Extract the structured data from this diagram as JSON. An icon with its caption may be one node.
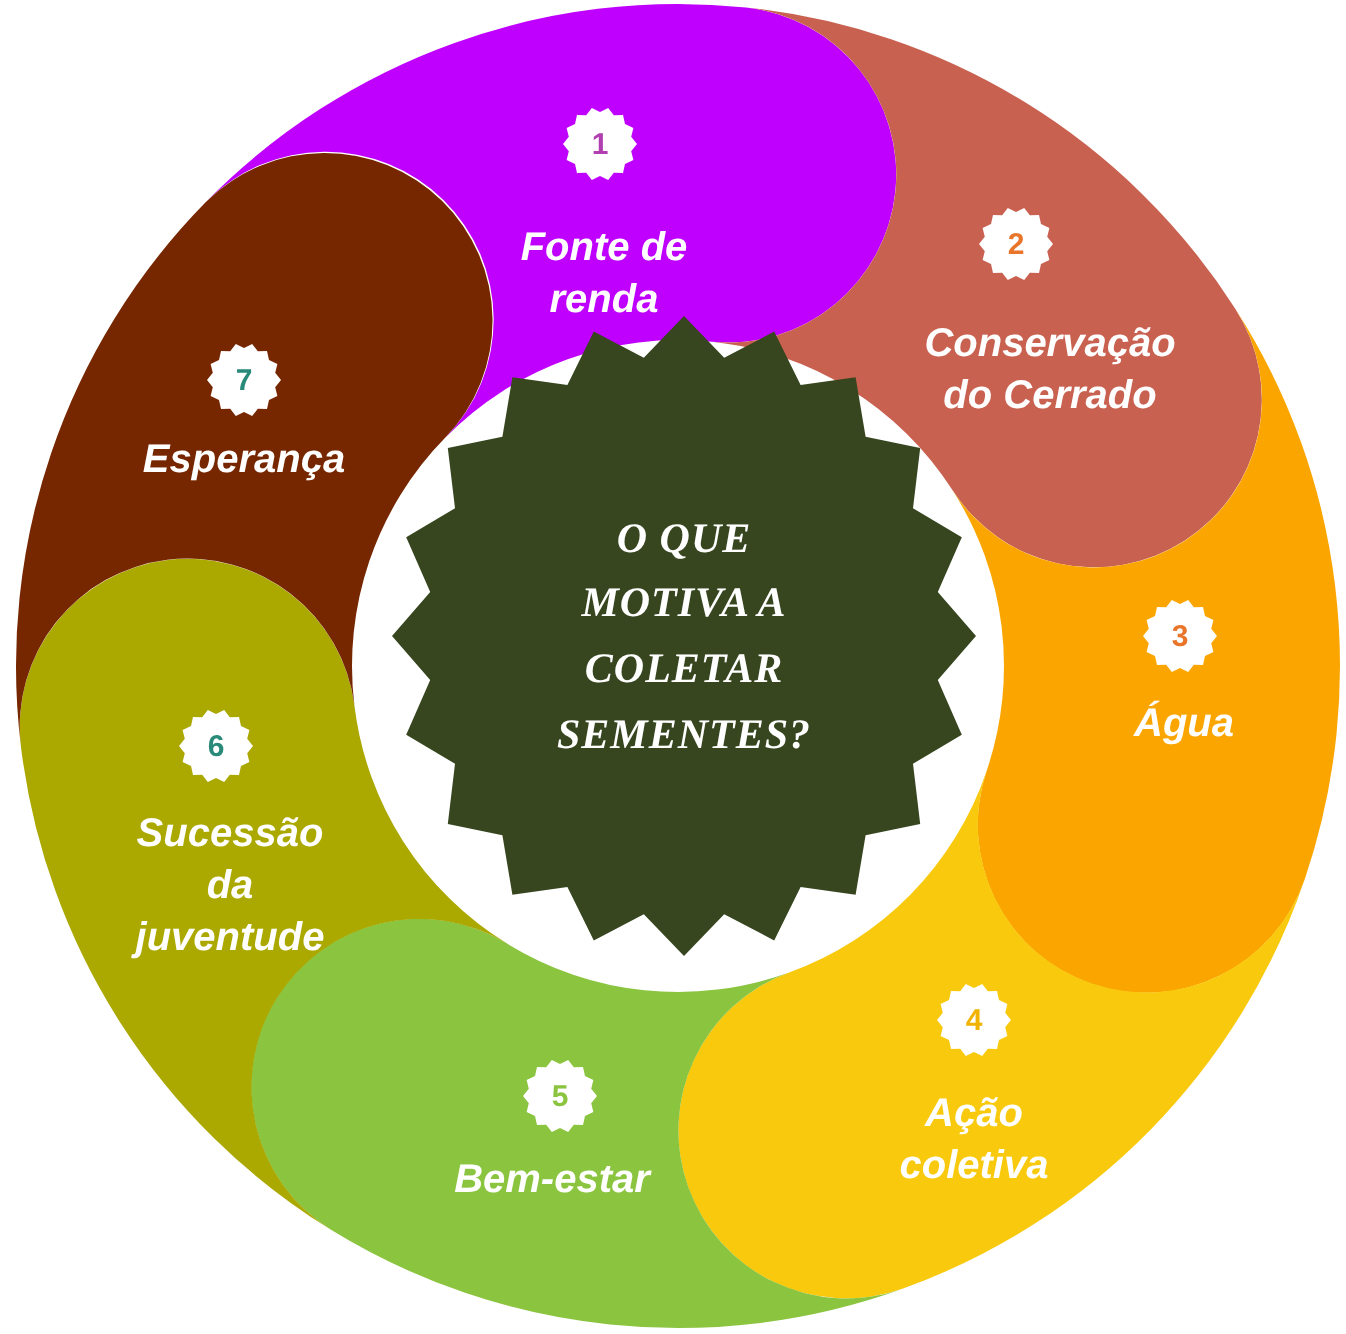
{
  "diagram": {
    "nodes": [
      {
        "text": [
          "O QUE MOTIVA A COLETAR SEMENTES?"
        ]
      },
      {
        "text": [
          "Fonte de renda"
        ]
      },
      {
        "text": [
          "1"
        ],
        "in": 1
      },
      {
        "text": [
          "Conservação do Cerrado"
        ]
      },
      {
        "text": [
          "2"
        ],
        "in": 3
      },
      {
        "text": [
          "Água"
        ]
      },
      {
        "text": [
          "3"
        ],
        "in": 5
      },
      {
        "text": [
          "Ação coletiva"
        ]
      },
      {
        "text": [
          "4"
        ],
        "in": 7
      },
      {
        "text": [
          "Bem-estar"
        ]
      },
      {
        "text": [
          "5"
        ],
        "in": 9
      },
      {
        "text": [
          "Sucessão da juventude"
        ]
      },
      {
        "text": [
          "6"
        ],
        "in": 11
      },
      {
        "text": [
          "Esperança"
        ]
      },
      {
        "text": [
          "7"
        ],
        "in": 13
      }
    ]
  }
}
